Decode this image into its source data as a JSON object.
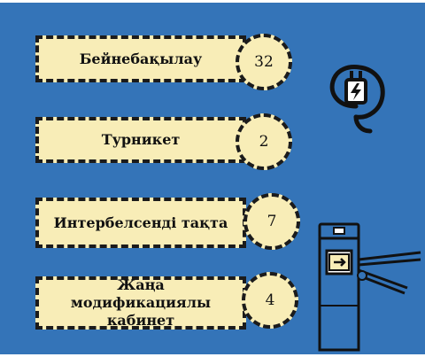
{
  "items": [
    {
      "label": "Бейнебақылау",
      "value": "32"
    },
    {
      "label": "Турникет",
      "value": "2"
    },
    {
      "label": "Интербелсенді тақта",
      "value": "7"
    },
    {
      "label": "Жаңа модификациялы кабинет",
      "value": "4"
    }
  ],
  "icons": {
    "plug": "power-plug-icon",
    "turnstile": "turnstile-icon"
  },
  "colors": {
    "background": "#3474B8",
    "card": "#F8EDB7",
    "border": "#1b1b1b"
  }
}
